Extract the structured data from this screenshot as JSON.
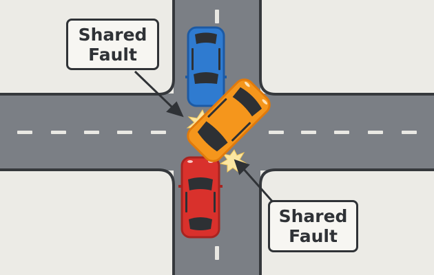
{
  "diagram": {
    "type": "intersection-collision",
    "labels": [
      {
        "id": "top-left",
        "line1": "Shared",
        "line2": "Fault"
      },
      {
        "id": "bottom-right",
        "line1": "Shared",
        "line2": "Fault"
      }
    ],
    "vehicles": [
      {
        "id": "blue-car",
        "color": "#2f7bd0",
        "direction": "southbound"
      },
      {
        "id": "orange-car",
        "color": "#f5961c",
        "direction": "diagonal-turning"
      },
      {
        "id": "red-car",
        "color": "#d9312c",
        "direction": "northbound"
      }
    ],
    "colors": {
      "background": "#ecebe6",
      "road": "#7b7f85",
      "road_edge": "#35383c",
      "lane_marking": "#e9e8e3",
      "impact_burst": "#fbe6a2",
      "label_border": "#2f3236"
    }
  }
}
